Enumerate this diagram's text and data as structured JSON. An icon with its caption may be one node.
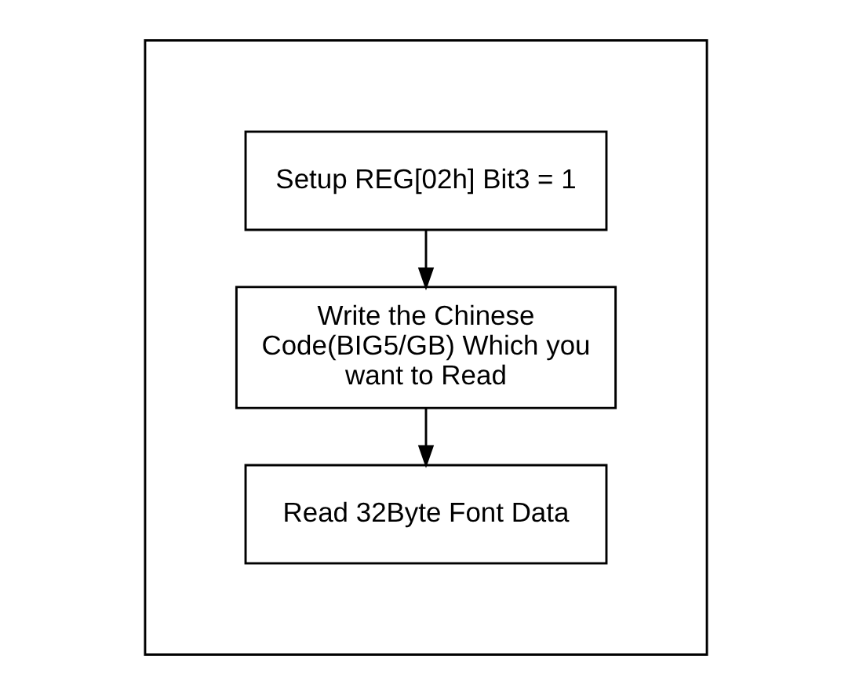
{
  "diagram": {
    "nodes": [
      {
        "text": [],
        "shape": "box"
      },
      {
        "text": [
          "Setup REG[02h] Bit3 = 1"
        ],
        "in": 0
      },
      {
        "text": [
          "Write the Chinese Code(BIG5/GB) Which you want to Read"
        ],
        "in": 0
      },
      {
        "text": [
          "Read 32Byte Font Data"
        ],
        "in": 0
      }
    ],
    "edges": [
      {
        "from": 1,
        "to": 2,
        "arrow": "to"
      },
      {
        "from": 2,
        "to": 3,
        "arrow": "to"
      }
    ]
  }
}
